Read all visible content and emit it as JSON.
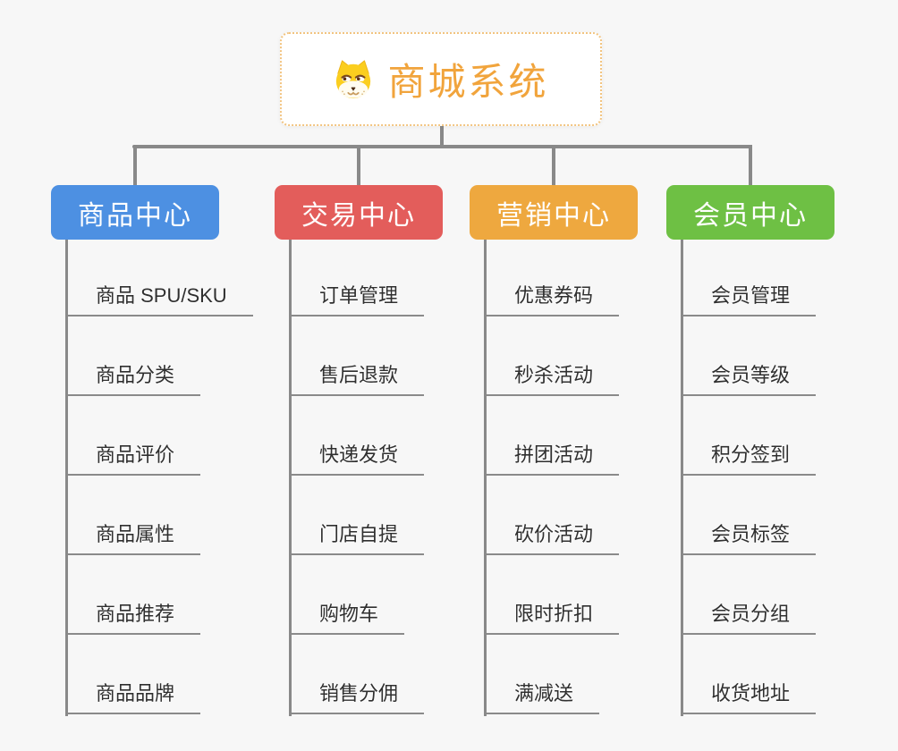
{
  "page": {
    "background_color": "#f7f7f7",
    "connector_color": "#898989"
  },
  "root": {
    "title": "商城系统",
    "icon": "dog-face-icon",
    "border_color": "#f2c480",
    "title_color": "#f1a43c"
  },
  "branches": [
    {
      "label": "商品中心",
      "color": "#4d90e2",
      "children": [
        "商品 SPU/SKU",
        "商品分类",
        "商品评价",
        "商品属性",
        "商品推荐",
        "商品品牌"
      ]
    },
    {
      "label": "交易中心",
      "color": "#e35d5b",
      "children": [
        "订单管理",
        "售后退款",
        "快递发货",
        "门店自提",
        "购物车",
        "销售分佣"
      ]
    },
    {
      "label": "营销中心",
      "color": "#eea83f",
      "children": [
        "优惠券码",
        "秒杀活动",
        "拼团活动",
        "砍价活动",
        "限时折扣",
        "满减送"
      ]
    },
    {
      "label": "会员中心",
      "color": "#6ec044",
      "children": [
        "会员管理",
        "会员等级",
        "积分签到",
        "会员标签",
        "会员分组",
        "收货地址"
      ]
    }
  ]
}
